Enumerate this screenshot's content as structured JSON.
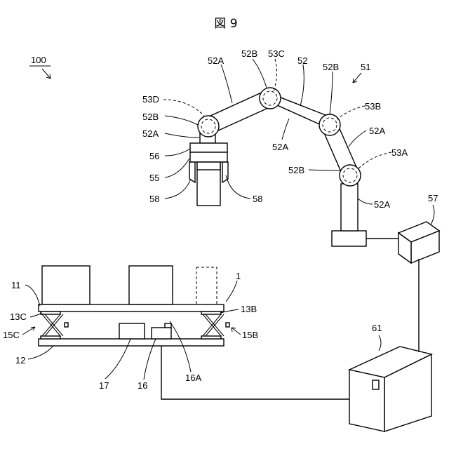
{
  "title": "図 9",
  "labels": {
    "ref_100": "100",
    "ref_51": "51",
    "ref_52": "52",
    "ref_52A_a": "52A",
    "ref_52A_b": "52A",
    "ref_52A_c": "52A",
    "ref_52A_d": "52A",
    "ref_52A_e": "52A",
    "ref_52B_a": "52B",
    "ref_52B_b": "52B",
    "ref_52B_c": "52B",
    "ref_52B_d": "52B",
    "ref_53A": "53A",
    "ref_53B": "53B",
    "ref_53C": "53C",
    "ref_53D": "53D",
    "ref_55": "55",
    "ref_56": "56",
    "ref_57": "57",
    "ref_58_a": "58",
    "ref_58_b": "58",
    "ref_61": "61",
    "ref_1": "1",
    "ref_11": "11",
    "ref_12": "12",
    "ref_13B": "13B",
    "ref_13C": "13C",
    "ref_15B": "15B",
    "ref_15C": "15C",
    "ref_16": "16",
    "ref_16A": "16A",
    "ref_17": "17"
  },
  "colors": {
    "line": "#000000",
    "background": "#ffffff"
  }
}
